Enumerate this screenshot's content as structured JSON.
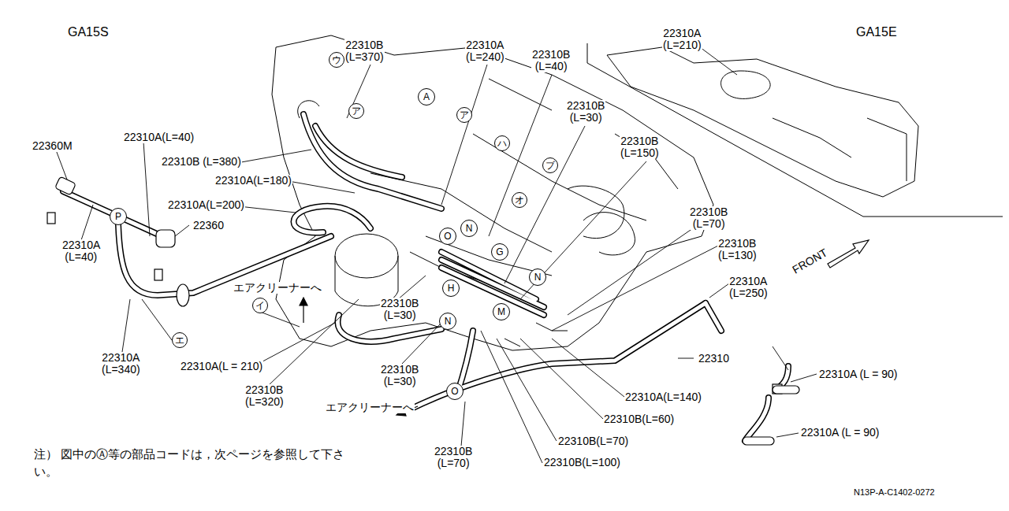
{
  "diagram": {
    "nodes": [
      {
        "text": [
          "ウ"
        ]
      },
      {
        "text": [
          "ア"
        ]
      },
      {
        "text": [
          "A"
        ]
      },
      {
        "text": [
          "ア"
        ]
      },
      {
        "text": [
          "ハ"
        ]
      },
      {
        "text": [
          "ブ"
        ]
      },
      {
        "text": [
          "オ"
        ]
      },
      {
        "text": [
          "P"
        ]
      },
      {
        "text": [
          "N"
        ]
      },
      {
        "text": [
          "O"
        ]
      },
      {
        "text": [
          "G"
        ]
      },
      {
        "text": [
          "N"
        ]
      },
      {
        "text": [
          "H"
        ]
      },
      {
        "text": [
          "イ"
        ]
      },
      {
        "text": [
          "M"
        ]
      },
      {
        "text": [
          "N"
        ]
      },
      {
        "text": [
          "エ"
        ]
      },
      {
        "text": [
          "O"
        ]
      }
    ],
    "labels": [
      "GA15S",
      "GA15E",
      "22310B (L=370)",
      "22310A (L=240)",
      "22310B (L=40)",
      "22310A (L=210)",
      "22360M",
      "22310A(L=40)",
      "22310B (L=380)",
      "22310A(L=180)",
      "22310A(L=200)",
      "22360",
      "22310A (L=40)",
      "22310B (L=30)",
      "22310B (L=150)",
      "22310B (L=70)",
      "22310B (L=130)",
      "22310A (L=250)",
      "FRONT",
      "22310",
      "22310A (L = 90)",
      "22310A (L = 90)",
      "22310A(L=140)",
      "22310B(L=60)",
      "22310B(L=70)",
      "22310B(L=100)",
      "22310B (L=70)",
      "エアクリーナーへ",
      "エアクリーナーへ",
      "22310B (L=30)",
      "22310B (L=30)",
      "22310A (L=340)",
      "22310A(L = 210)",
      "22310B (L=320)",
      "注） 図中のⒶ等の部品コードは，次ページを参照して下さい。",
      "N13P-A-C1402-0272"
    ]
  }
}
